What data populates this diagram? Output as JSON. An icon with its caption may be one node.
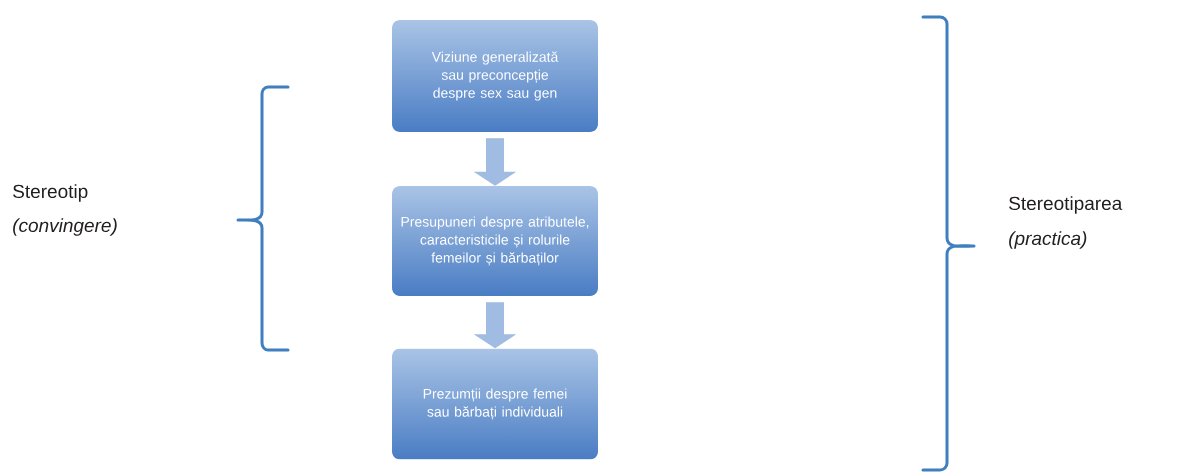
{
  "diagram": {
    "nodes": [
      {
        "text": [
          "Viziune generalizată sau preconcepție despre sex sau gen"
        ]
      },
      {
        "text": [
          "Presupuneri despre atributele, caracteristicile și rolurile femeilor și bărbaților"
        ]
      },
      {
        "text": [
          "Prezumții despre femei sau bărbați individuali"
        ]
      }
    ],
    "edges": [
      {
        "from": 0,
        "to": 1,
        "arrow": "to"
      },
      {
        "from": 1,
        "to": 2,
        "arrow": "to"
      }
    ],
    "labels": [
      "Stereotip",
      "(convingere)",
      "Stereotiparea",
      "(practica)"
    ]
  }
}
